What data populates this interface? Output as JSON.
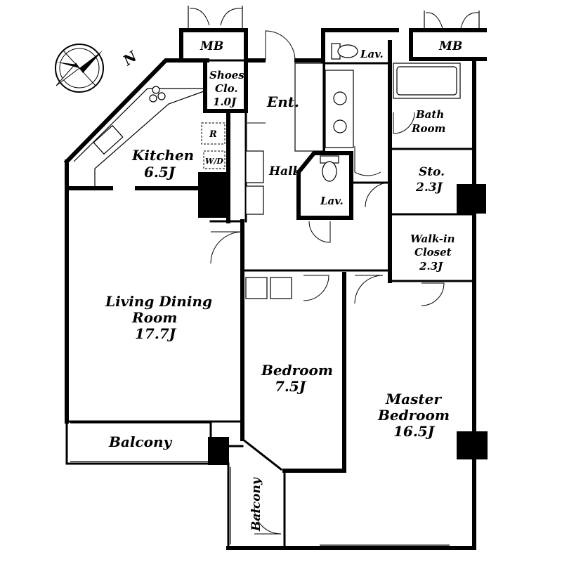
{
  "compass": {
    "north_label": "N",
    "icon": "compass-icon"
  },
  "rooms": {
    "mb_left": {
      "name": "MB"
    },
    "mb_right": {
      "name": "MB"
    },
    "shoes_closet": {
      "line1": "Shoes",
      "line2": "Clo.",
      "size": "1.0J"
    },
    "entrance": {
      "name": "Ent."
    },
    "kitchen": {
      "name": "Kitchen",
      "size": "6.5J"
    },
    "fridge": {
      "name": "R"
    },
    "washer_dryer": {
      "name": "W/D"
    },
    "hall": {
      "name": "Hall"
    },
    "lavatory_top": {
      "name": "Lav."
    },
    "lavatory_center": {
      "name": "Lav."
    },
    "bath_room": {
      "line1": "Bath",
      "line2": "Room"
    },
    "storage": {
      "name": "Sto.",
      "size": "2.3J"
    },
    "walk_in_closet": {
      "line1": "Walk-in",
      "line2": "Closet",
      "size": "2.3J"
    },
    "living_dining": {
      "line1": "Living Dining",
      "line2": "Room",
      "size": "17.7J"
    },
    "bedroom": {
      "name": "Bedroom",
      "size": "7.5J"
    },
    "master_bedroom": {
      "line1": "Master",
      "line2": "Bedroom",
      "size": "16.5J"
    },
    "balcony_left": {
      "name": "Balcony"
    },
    "balcony_bottom": {
      "name": "Balcony"
    }
  }
}
